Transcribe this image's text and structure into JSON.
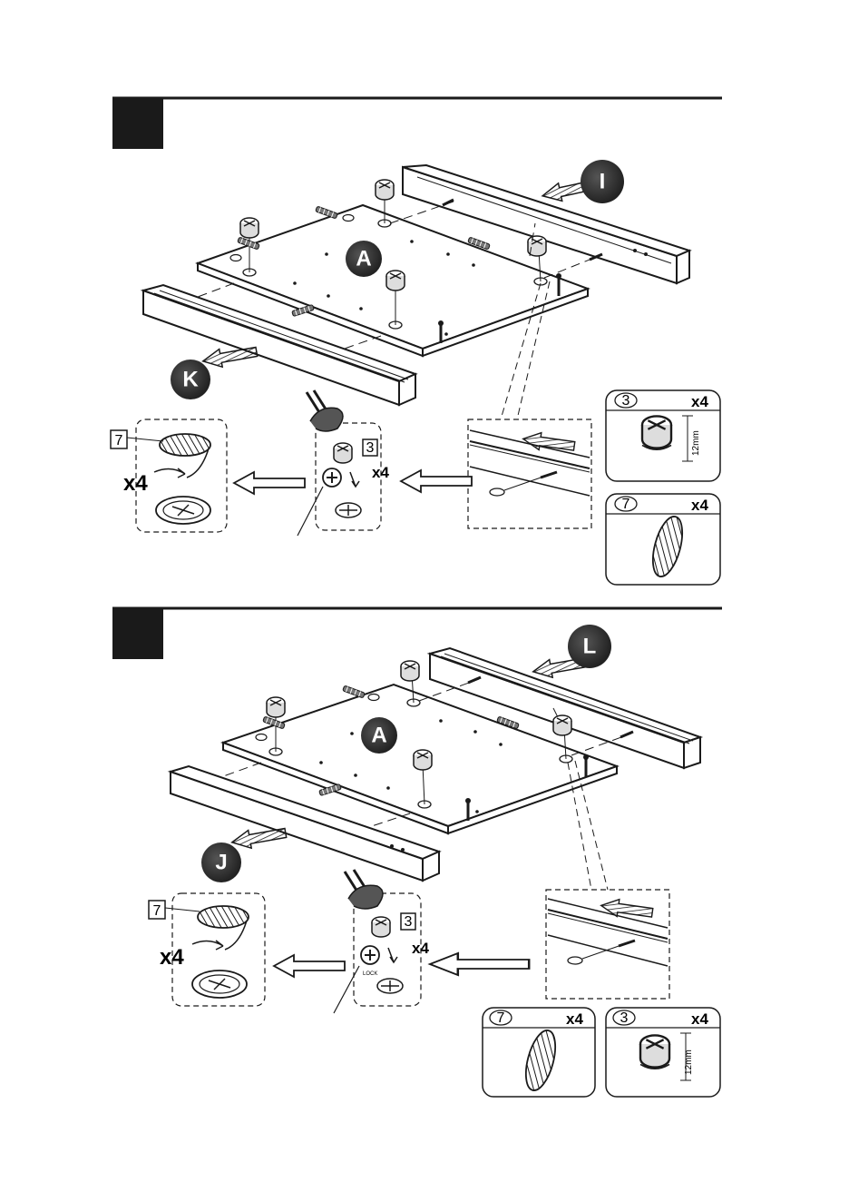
{
  "colors": {
    "ink": "#1a1a1a",
    "panel": "#ffffff",
    "badge": "#333333"
  },
  "step1": {
    "parts": {
      "panel": "A",
      "rail_back": "I",
      "rail_front": "K"
    },
    "qty_main": "x4",
    "callout_fastener_code": "3",
    "callout_cover_code": "7",
    "callout_cover_qty": "x4",
    "legend_cam": {
      "code": "3",
      "qty": "x4",
      "dim": "12mm"
    },
    "legend_cover": {
      "code": "7",
      "qty": "x4"
    }
  },
  "step2": {
    "parts": {
      "panel": "A",
      "rail_back": "L",
      "rail_front": "J"
    },
    "qty_main": "x4",
    "callout_fastener_code": "3",
    "lock_text": "LOCK",
    "callout_cover_code": "7",
    "callout_cover_qty": "x4",
    "legend_cover": {
      "code": "7",
      "qty": "x4"
    },
    "legend_cam": {
      "code": "3",
      "qty": "x4",
      "dim": "12mm"
    }
  }
}
